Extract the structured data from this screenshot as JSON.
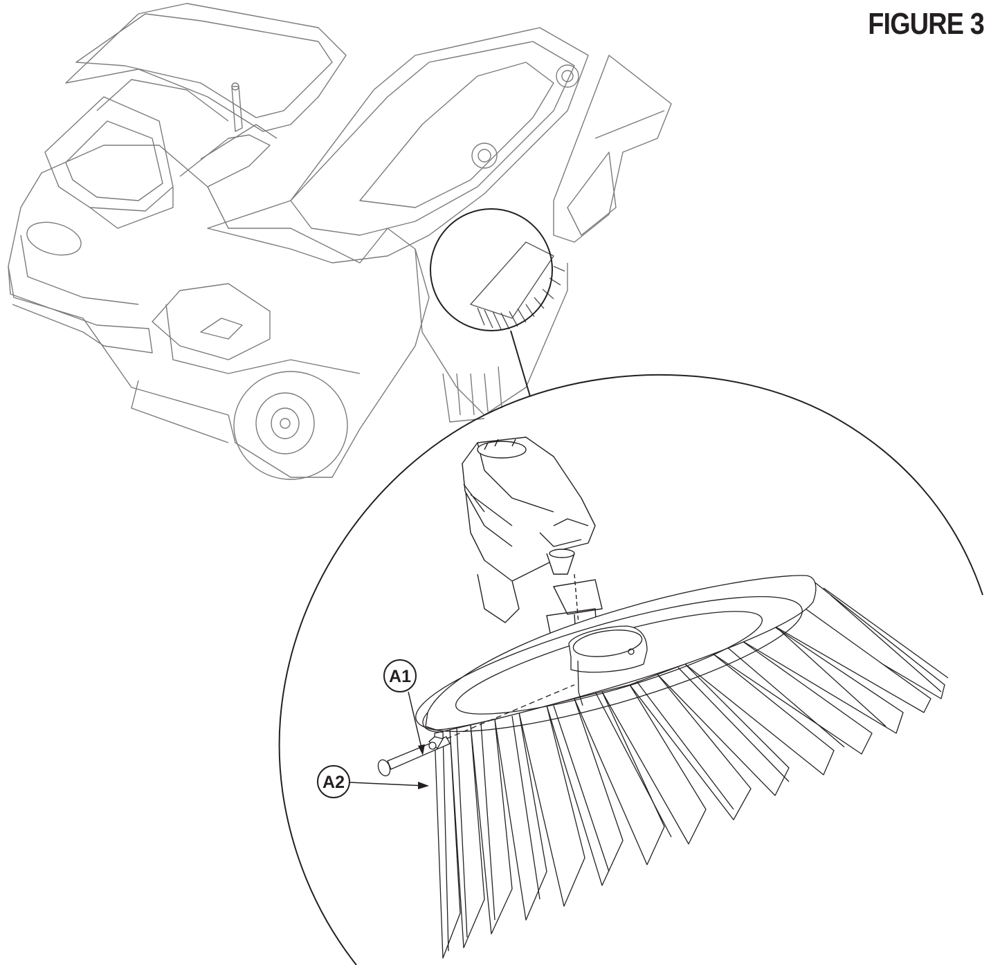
{
  "figure": {
    "title": "FIGURE 3"
  },
  "callouts": [
    {
      "id": "A1",
      "label": "A1"
    },
    {
      "id": "A2",
      "label": "A2"
    }
  ],
  "colors": {
    "line": "#231f20",
    "machine_line": "#7a7a7a",
    "background": "#ffffff"
  }
}
